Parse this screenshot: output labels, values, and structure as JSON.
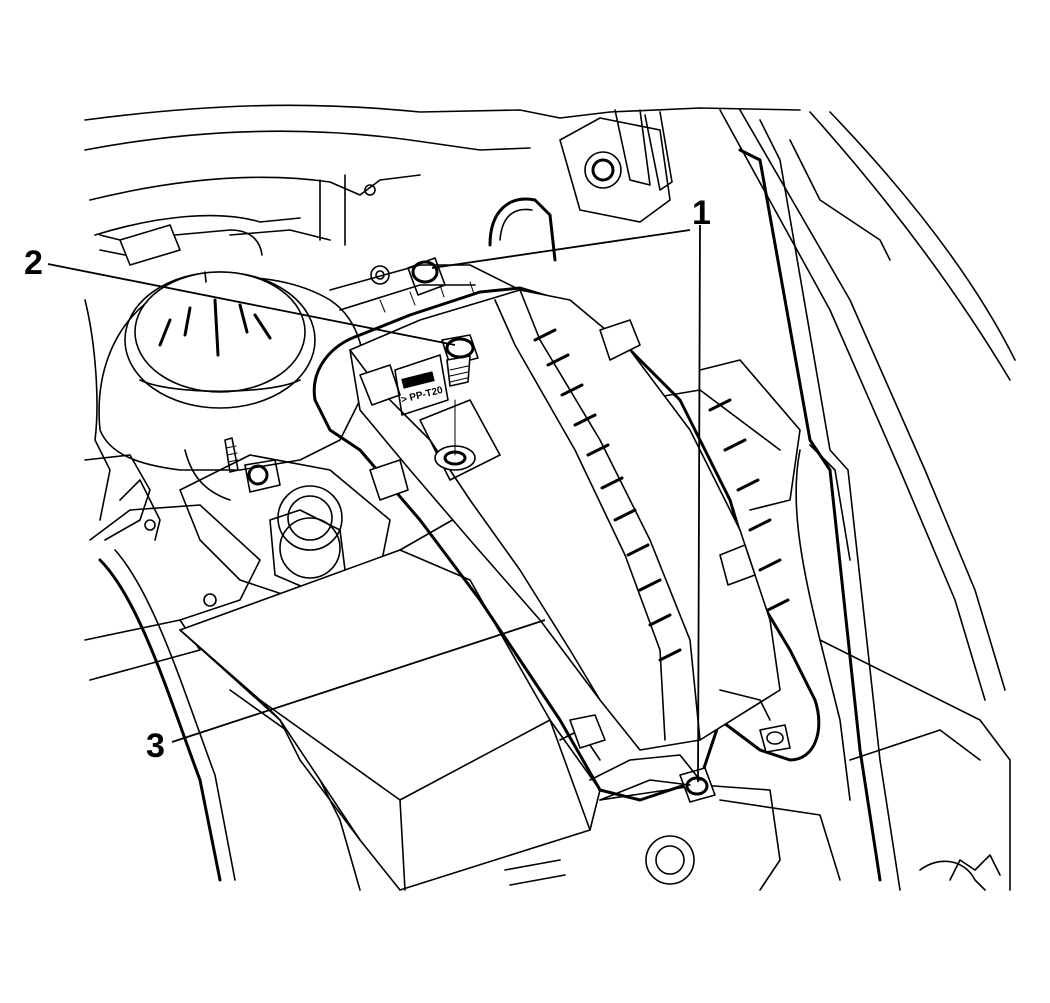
{
  "diagram": {
    "style": "black line-art service illustration",
    "colors": {
      "line": "#000000",
      "background": "#ffffff"
    },
    "callouts": [
      {
        "id": "1",
        "label": "1"
      },
      {
        "id": "2",
        "label": "2"
      },
      {
        "id": "3",
        "label": "3"
      }
    ],
    "part_marking": "> PP-T20"
  }
}
